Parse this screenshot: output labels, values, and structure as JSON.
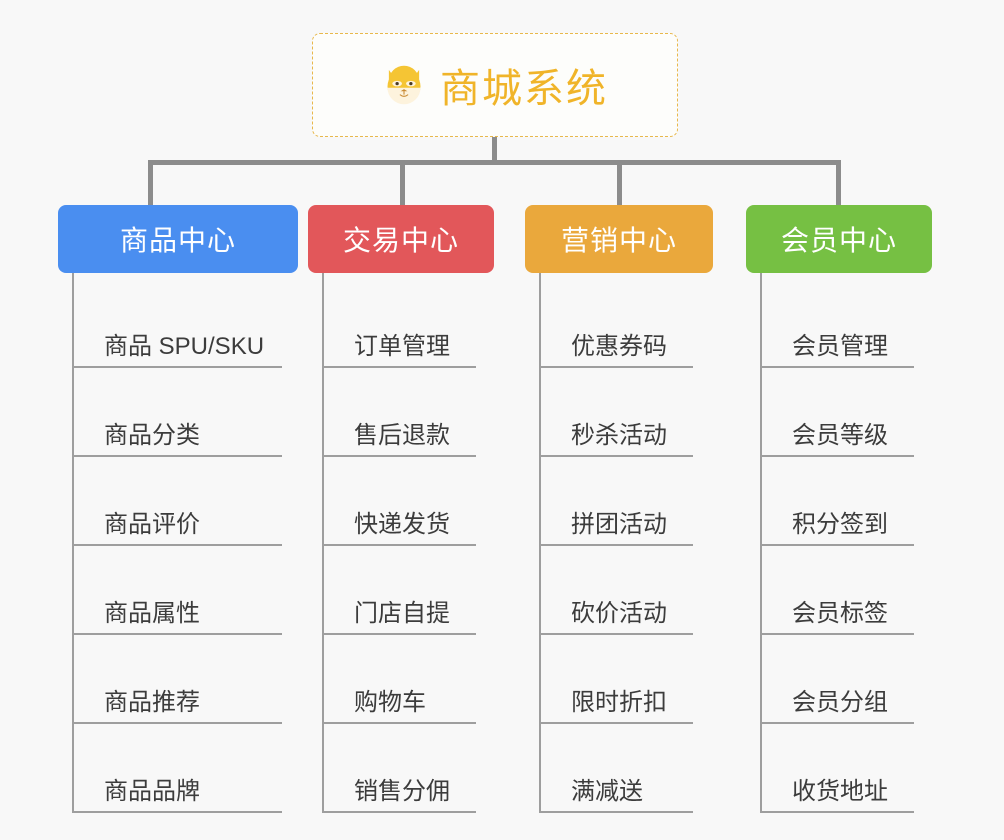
{
  "page": {
    "background_color": "#f8f8f8",
    "title": "商城系统"
  },
  "root": {
    "label": "商城系统",
    "icon": "shiba-dog-emoji",
    "text_color": "#f0b429",
    "border_color": "#e8b84b",
    "background_color": "#fdfdfb"
  },
  "columns": [
    {
      "title": "商品中心",
      "color": "#4a8ef0",
      "items": [
        {
          "label": "商品 SPU/SKU"
        },
        {
          "label": "商品分类"
        },
        {
          "label": "商品评价"
        },
        {
          "label": "商品属性"
        },
        {
          "label": "商品推荐"
        },
        {
          "label": "商品品牌"
        }
      ]
    },
    {
      "title": "交易中心",
      "color": "#e2575a",
      "items": [
        {
          "label": "订单管理"
        },
        {
          "label": "售后退款"
        },
        {
          "label": "快递发货"
        },
        {
          "label": "门店自提"
        },
        {
          "label": "购物车"
        },
        {
          "label": "销售分佣"
        }
      ]
    },
    {
      "title": "营销中心",
      "color": "#eaa83c",
      "items": [
        {
          "label": "优惠券码"
        },
        {
          "label": "秒杀活动"
        },
        {
          "label": "拼团活动"
        },
        {
          "label": "砍价活动"
        },
        {
          "label": "限时折扣"
        },
        {
          "label": "满减送"
        }
      ]
    },
    {
      "title": "会员中心",
      "color": "#76c043",
      "items": [
        {
          "label": "会员管理"
        },
        {
          "label": "会员等级"
        },
        {
          "label": "积分签到"
        },
        {
          "label": "会员标签"
        },
        {
          "label": "会员分组"
        },
        {
          "label": "收货地址"
        }
      ]
    }
  ]
}
